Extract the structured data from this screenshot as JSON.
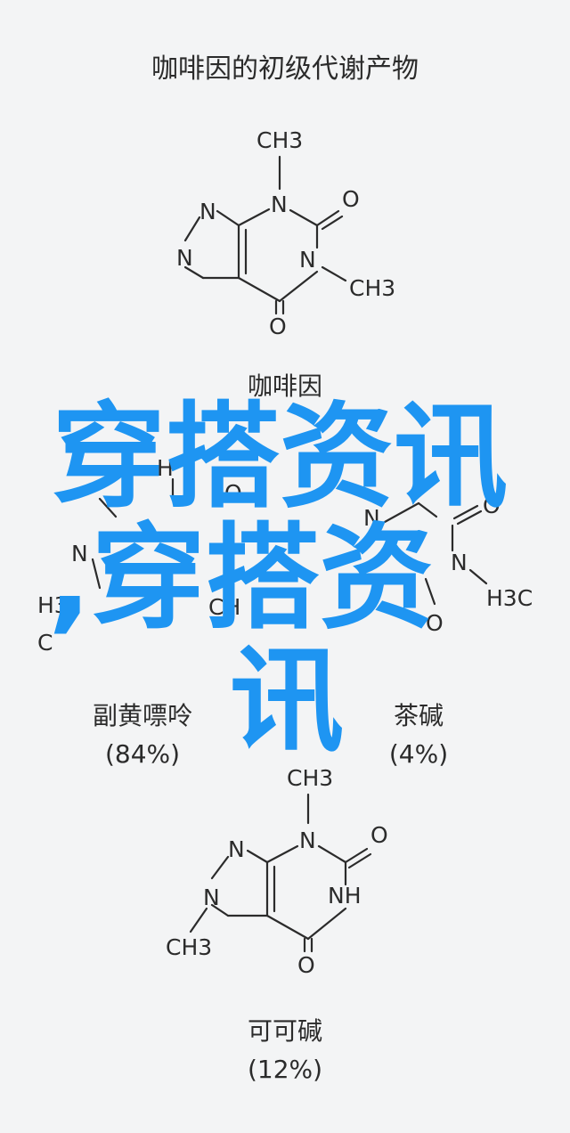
{
  "title": "咖啡因的初级代谢产物",
  "atoms": {
    "ch3": "CH3",
    "n": "N",
    "o": "O",
    "nh": "NH",
    "h3c": "H3C",
    "h3_partial": "H3",
    "c_partial": "C",
    "h_partial": "H",
    "ch_partial": "CH"
  },
  "compounds": {
    "caffeine": {
      "name": "咖啡因"
    },
    "paraxanthine": {
      "name": "副黄嘌呤",
      "percent": "(84%)"
    },
    "theophylline": {
      "name": "茶碱",
      "percent": "(4%)"
    },
    "theobromine": {
      "name": "可可碱",
      "percent": "(12%)"
    }
  },
  "overlay": {
    "line1": "穿搭资讯",
    "line2": ",穿搭资",
    "line3": "讯",
    "color": "#1e95f2"
  }
}
